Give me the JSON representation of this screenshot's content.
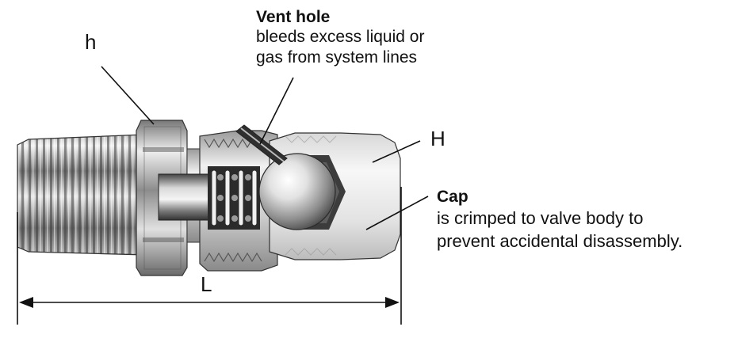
{
  "labels": {
    "h": "h",
    "H": "H",
    "L": "L"
  },
  "vent_hole": {
    "title": "Vent hole",
    "description": [
      "bleeds excess liquid or",
      "gas from system lines"
    ]
  },
  "cap": {
    "title": "Cap",
    "description": [
      "is crimped to valve body to",
      "prevent accidental disassembly."
    ]
  },
  "colors": {
    "line": "#111111",
    "metal_light": "#eeeeee",
    "metal_mid": "#bdbdbd",
    "metal_dark": "#555555"
  }
}
